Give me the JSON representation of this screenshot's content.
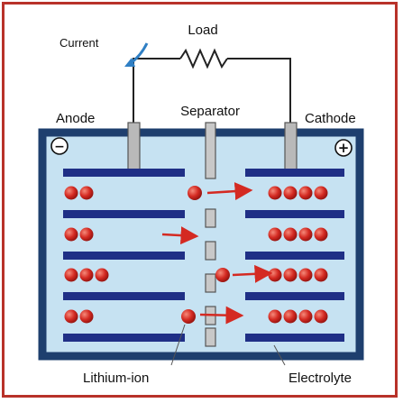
{
  "labels": {
    "load": "Load",
    "current": "Current",
    "anode": "Anode",
    "separator": "Separator",
    "cathode": "Cathode",
    "lithium_ion": "Lithium-ion",
    "electrolyte": "Electrolyte"
  },
  "terminals": {
    "anode_sign": "−",
    "cathode_sign": "+"
  },
  "colors": {
    "frame": "#b8322a",
    "tank_border": "#1e3f6e",
    "electrolyte": "#c6e2f2",
    "electrode_layer": "#1f2f86",
    "ion": "#d42a22",
    "arrow": "#d42a22",
    "current_arrow": "#2f7fc4",
    "wire": "#222222",
    "separator": "#c8c8c8"
  },
  "anode_ion_counts": [
    2,
    2,
    3,
    2
  ],
  "cathode_ion_counts": [
    4,
    4,
    4,
    4
  ]
}
